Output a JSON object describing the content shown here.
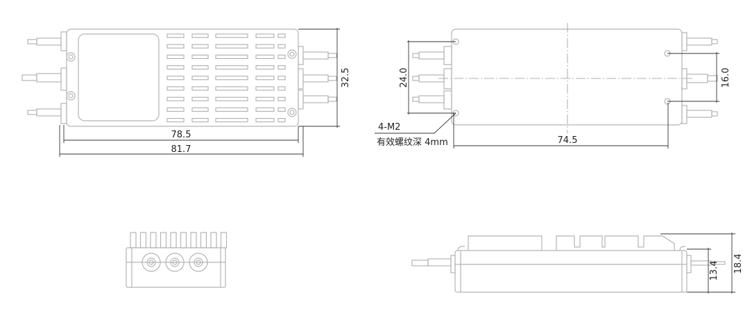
{
  "top_view": {
    "dim_length_inner": "78.5",
    "dim_length_outer": "81.7",
    "dim_width": "32.5"
  },
  "bottom_view": {
    "dim_hole_spacing_left": "24.0",
    "dim_hole_spacing_right": "16.0",
    "dim_hole_spacing_length": "74.5",
    "note_thread": "4-M2",
    "note_depth": "有效螺纹深 4mm"
  },
  "side_view": {
    "dim_body_height": "13.4",
    "dim_total_height": "18.4"
  },
  "colors": {
    "outline": "#b4b4b4",
    "dimension": "#333333"
  }
}
